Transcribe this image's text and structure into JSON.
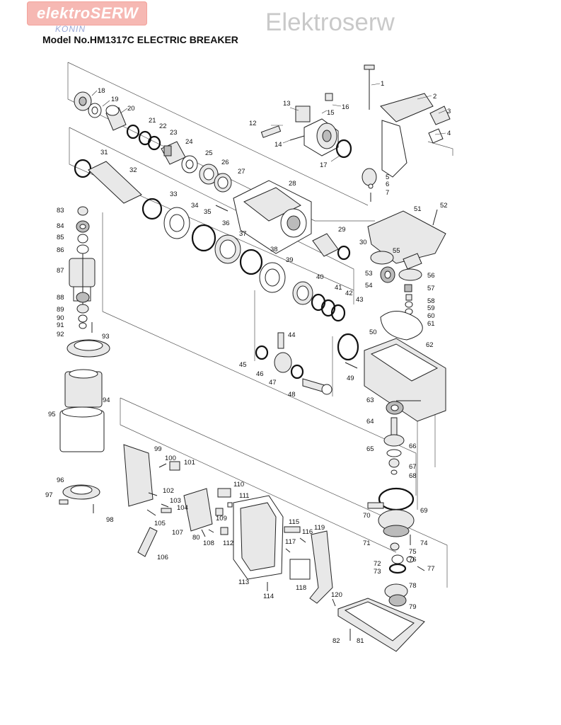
{
  "logo": {
    "brand": "elektroSERW",
    "city": "KONIN"
  },
  "watermark": "Elektroserw",
  "model_title": "Model No.HM1317C ELECTRIC BREAKER",
  "part_numbers": [
    "1",
    "2",
    "3",
    "4",
    "5",
    "6",
    "7",
    "12",
    "13",
    "14",
    "15",
    "16",
    "17",
    "18",
    "19",
    "20",
    "21",
    "22",
    "23",
    "24",
    "25",
    "26",
    "27",
    "28",
    "29",
    "30",
    "31",
    "32",
    "33",
    "34",
    "35",
    "36",
    "37",
    "38",
    "39",
    "40",
    "41",
    "42",
    "43",
    "44",
    "45",
    "46",
    "47",
    "48",
    "49",
    "50",
    "51",
    "52",
    "53",
    "54",
    "55",
    "56",
    "57",
    "58",
    "59",
    "60",
    "61",
    "62",
    "63",
    "64",
    "65",
    "66",
    "67",
    "68",
    "69",
    "70",
    "71",
    "72",
    "73",
    "74",
    "75",
    "76",
    "77",
    "78",
    "79",
    "80",
    "81",
    "82",
    "83",
    "84",
    "85",
    "86",
    "87",
    "88",
    "89",
    "90",
    "91",
    "92",
    "93",
    "94",
    "95",
    "96",
    "97",
    "98",
    "99",
    "100",
    "101",
    "102",
    "103",
    "104",
    "105",
    "106",
    "107",
    "108",
    "109",
    "110",
    "111",
    "112",
    "113",
    "114",
    "115",
    "116",
    "117",
    "118",
    "119",
    "120"
  ]
}
